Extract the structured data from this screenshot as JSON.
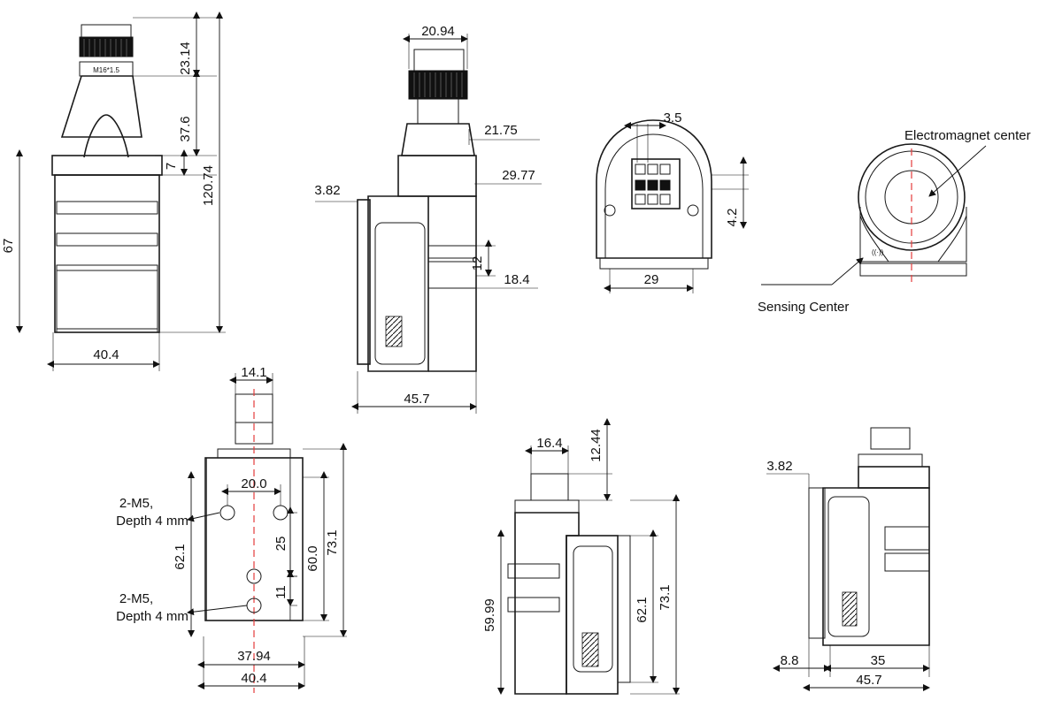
{
  "labels": {
    "thread": "M16*1.5",
    "electromagnet_center": "Electromagnet center",
    "sensing_center": "Sensing Center",
    "mount_note_line1_top": "2-M5,",
    "mount_note_line2_top": "Depth 4 mm",
    "mount_note_line1_bottom": "2-M5,",
    "mount_note_line2_bottom": "Depth 4 mm"
  },
  "dimensions": {
    "front_view": {
      "top_connector": "23.14",
      "shoulder": "37.6",
      "small_step": "7",
      "overall_height": "120.74",
      "body_height": "67",
      "width": "40.4"
    },
    "side_view": {
      "nut_width": "20.94",
      "neck_width": "21.75",
      "shoulder_width": "29.77",
      "left_offset": "3.82",
      "pad_height": "12",
      "pad_depth": "18.4",
      "overall_width": "45.7"
    },
    "top_view": {
      "pin_pitch": "3.5",
      "offset": "4.2",
      "hole_spacing": "29"
    },
    "bottom_view": {
      "connector_width": "14.1",
      "hole_spacing": "20.0",
      "hole_vertical": "25",
      "hole_small": "11",
      "height_left": "62.1",
      "height_mid": "60.0",
      "height_right": "73.1",
      "inner_width": "37.94",
      "outer_width": "40.4"
    },
    "rear_view": {
      "connector_width": "16.4",
      "connector_height": "12.44",
      "left_height": "59.99",
      "inner_height": "62.1",
      "overall_height": "73.1"
    },
    "right_view": {
      "left_offset": "3.82",
      "left_small": "8.8",
      "inner_width": "35",
      "overall_width": "45.7"
    }
  }
}
